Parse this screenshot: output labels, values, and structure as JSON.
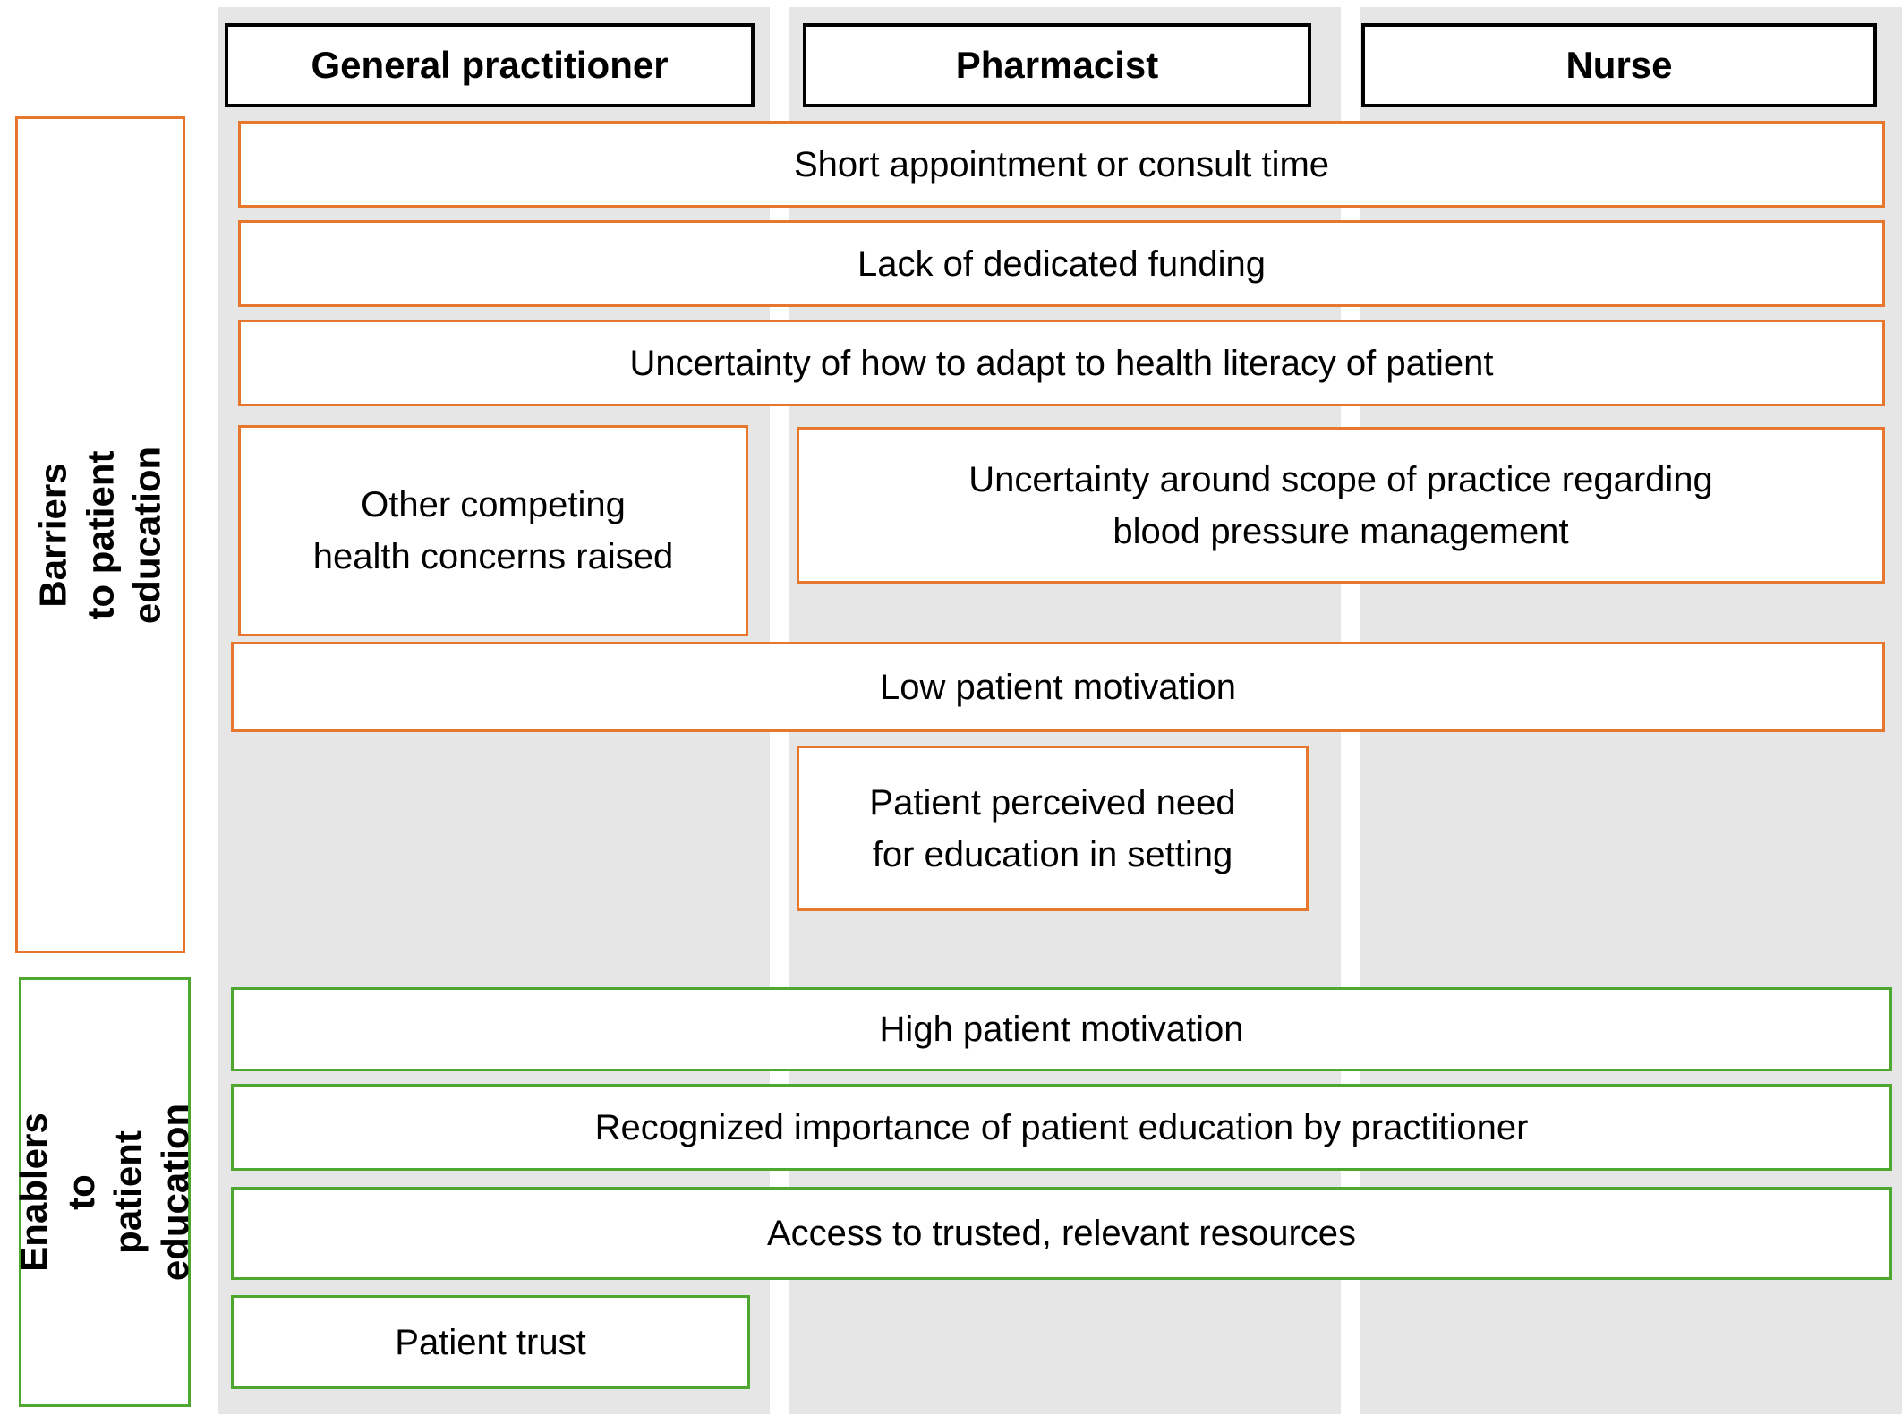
{
  "figure": {
    "type": "barriers-enablers-matrix",
    "colors": {
      "barrier_border": "#E8772E",
      "enabler_border": "#4EA72E",
      "column_background": "#E7E6E6",
      "header_border": "#000000",
      "text": "#000000"
    },
    "columns": [
      {
        "label": "General practitioner"
      },
      {
        "label": "Pharmacist"
      },
      {
        "label": "Nurse"
      }
    ],
    "side_labels": {
      "barriers": "Barriers to patient education",
      "enablers": "Enablers to\npatient education"
    },
    "barriers": [
      {
        "label": "Short appointment or consult time",
        "applies_to": "all"
      },
      {
        "label": "Lack of dedicated funding",
        "applies_to": "all"
      },
      {
        "label": "Uncertainty of how to adapt to health literacy of patient",
        "applies_to": "all"
      },
      {
        "label": "Other competing\nhealth concerns raised",
        "applies_to": "general-practitioner"
      },
      {
        "label": "Uncertainty around scope of practice regarding\nblood pressure management",
        "applies_to": "pharmacist-and-nurse"
      },
      {
        "label": "Low patient motivation",
        "applies_to": "all"
      },
      {
        "label": "Patient perceived need\nfor education in setting",
        "applies_to": "pharmacist"
      }
    ],
    "enablers": [
      {
        "label": "High patient motivation",
        "applies_to": "all"
      },
      {
        "label": "Recognized importance of patient education by practitioner",
        "applies_to": "all"
      },
      {
        "label": "Access to trusted, relevant resources",
        "applies_to": "all"
      },
      {
        "label": "Patient trust",
        "applies_to": "general-practitioner"
      }
    ]
  }
}
